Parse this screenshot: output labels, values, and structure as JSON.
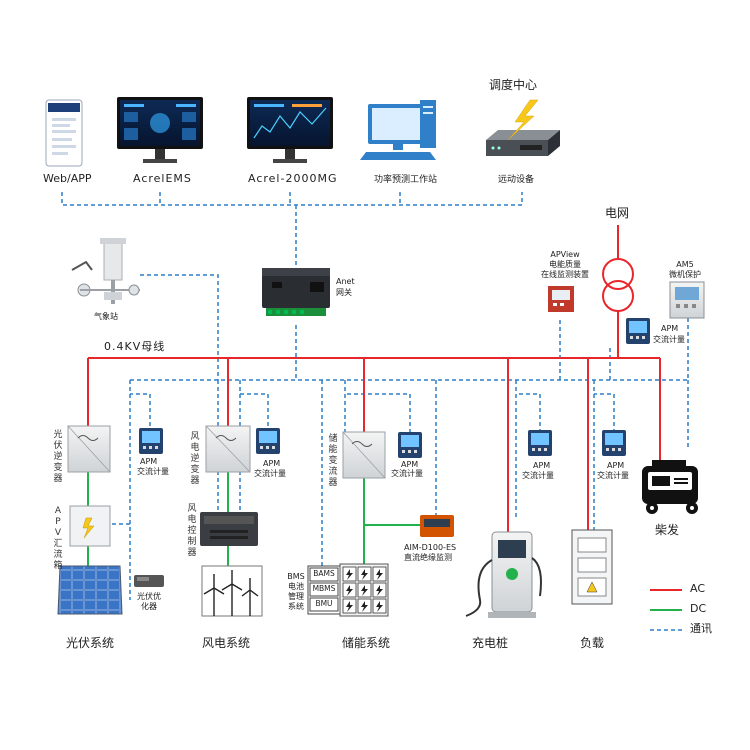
{
  "top": {
    "webapp": "Web/APP",
    "ems": "AcrelEMS",
    "micro": "Acrel-2000MG",
    "forecast": "功率预测工作站",
    "telecontrol": "远动设备",
    "dispatch": "调度中心"
  },
  "gateway": {
    "line1": "Anet",
    "line2": "网关"
  },
  "weather": "气象站",
  "grid": "电网",
  "apview": {
    "line1": "APView",
    "line2": "电能质量",
    "line3": "在线监测装置"
  },
  "am5": {
    "line1": "AM5",
    "line2": "微机保护"
  },
  "apm_top": {
    "line1": "APM",
    "line2": "交流计量"
  },
  "busbar": "0.4KV母线",
  "pv_inverter": "光伏逆变器",
  "apv_box": "APV汇流箱",
  "wind_inverter": "风电逆变器",
  "wind_controller": "风电控制器",
  "storage_pcs": "储能变流器",
  "apm_label": "APM",
  "ac_meter": "交流计量",
  "bms_title": "BMS电池管理系统",
  "bms_boxes": [
    "BAMS",
    "MBMS",
    "BMU"
  ],
  "aim": {
    "line1": "AIM-D100-ES",
    "line2": "直流绝缘监测"
  },
  "pv_optimizer": "光伏优化器",
  "diesel": "柴发",
  "systems": {
    "pv": "光伏系统",
    "wind": "风电系统",
    "storage": "储能系统",
    "charger": "充电桩",
    "load": "负载"
  },
  "legend": {
    "ac": "AC",
    "dc": "DC",
    "comm": "通讯"
  },
  "colors": {
    "ac": "#e8262b",
    "dc": "#22b14c",
    "comm": "#2f7fc9"
  }
}
